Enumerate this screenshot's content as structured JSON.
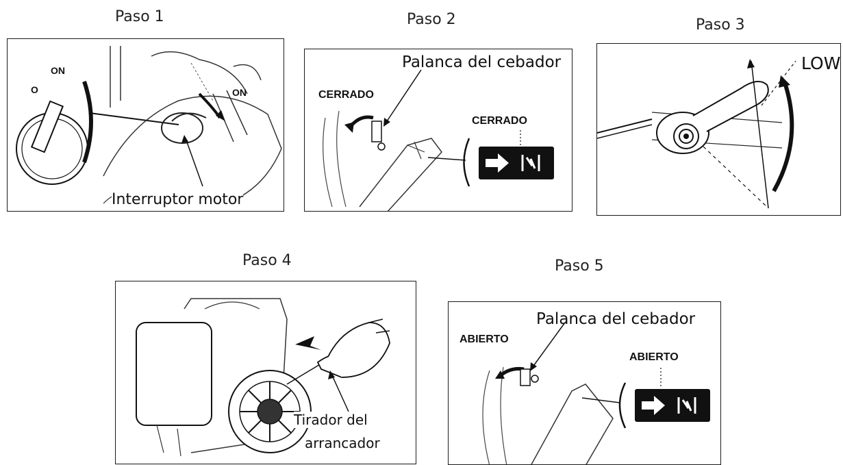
{
  "steps": [
    {
      "title": "Paso 1",
      "labels": {
        "on_dial": "ON",
        "on_switch": "ON",
        "caption": "Interruptor motor",
        "dial_o": "O",
        "dial_line": "—"
      }
    },
    {
      "title": "Paso 2",
      "labels": {
        "lever": "Palanca del cebador",
        "state_left": "CERRADO",
        "state_right": "CERRADO"
      }
    },
    {
      "title": "Paso 3",
      "labels": {
        "low": "LOW"
      }
    },
    {
      "title": "Paso 4",
      "labels": {
        "caption_line1": "Tirador del",
        "caption_line2": "arrancador"
      }
    },
    {
      "title": "Paso 5",
      "labels": {
        "lever": "Palanca del cebador",
        "state_left": "ABIERTO",
        "state_right": "ABIERTO"
      }
    }
  ],
  "icons": [
    "arrow-right-icon",
    "choke-symbol-icon",
    "curved-arrow-icon"
  ],
  "colors": {
    "ink": "#111111",
    "badge": "#111111",
    "paper": "#ffffff"
  }
}
